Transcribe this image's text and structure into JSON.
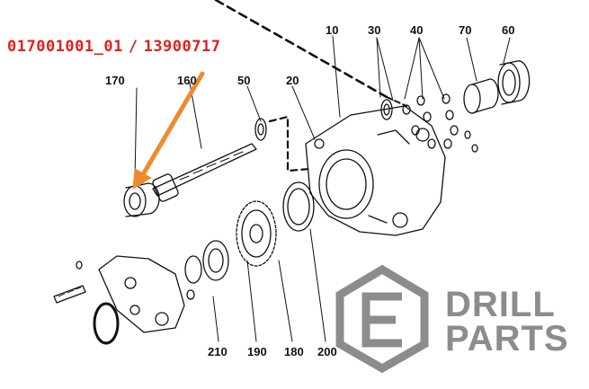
{
  "header": {
    "part_number": "017001001_01",
    "separator": "/",
    "alt_number": "13900717"
  },
  "callouts": {
    "c10": "10",
    "c20": "20",
    "c30": "30",
    "c40": "40",
    "c50": "50",
    "c60": "60",
    "c70": "70",
    "c160": "160",
    "c170": "170",
    "c180": "180",
    "c190": "190",
    "c200": "200",
    "c210": "210"
  },
  "brand": {
    "line1": "DRILL",
    "line2": "PARTS",
    "color": "#8c8c8c"
  },
  "colors": {
    "highlight": "#e0201c",
    "pointer_arrow": "#f08a2e",
    "linework": "#111111"
  }
}
